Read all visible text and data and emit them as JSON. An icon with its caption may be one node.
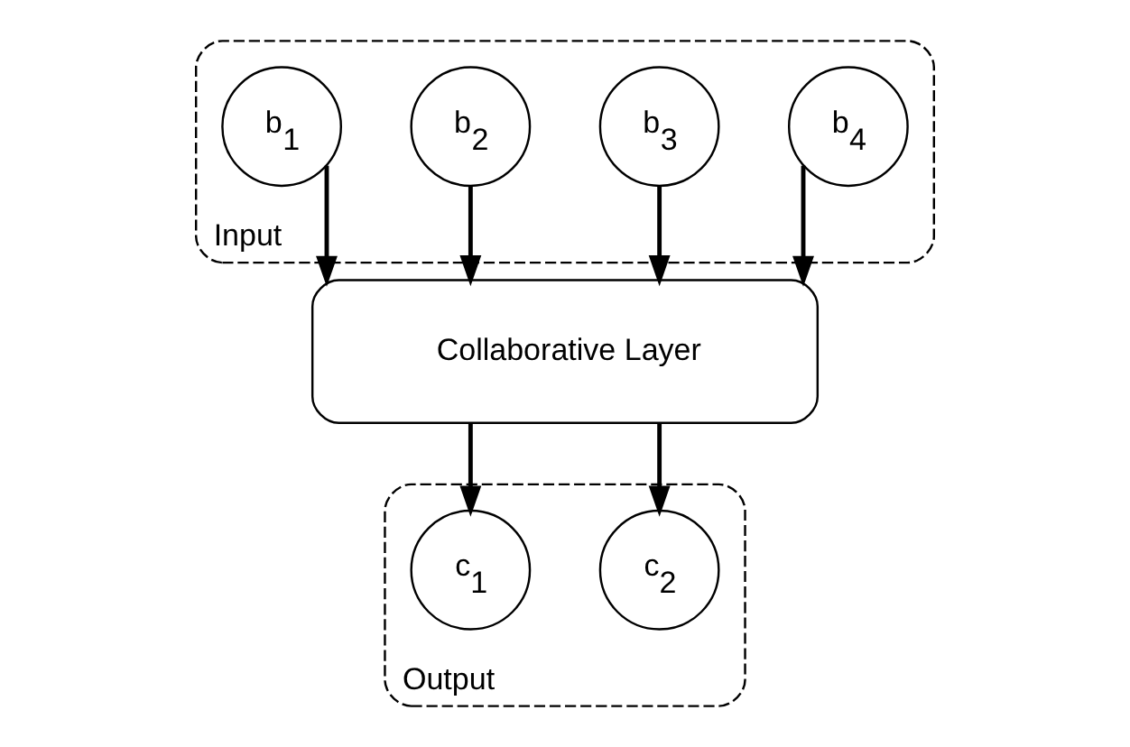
{
  "diagram": {
    "nodes": [
      {
        "text": [
          "Input"
        ]
      },
      {
        "text": [
          "b$_{1}$"
        ],
        "in": 0
      },
      {
        "text": [
          "b$_{2}$"
        ],
        "in": 0
      },
      {
        "text": [
          "b$_{3}$"
        ],
        "in": 0
      },
      {
        "text": [
          "b$_{4}$"
        ],
        "in": 0
      },
      {
        "text": [
          "Collaborative Layer"
        ]
      },
      {
        "text": [
          "Output"
        ]
      },
      {
        "text": [
          "c$_{1}$"
        ],
        "in": 6
      },
      {
        "text": [
          "c$_{2}$"
        ],
        "in": 6
      }
    ],
    "edges": [
      {
        "from": 1,
        "to": 5,
        "arrow": "to"
      },
      {
        "from": 2,
        "to": 5,
        "arrow": "to"
      },
      {
        "from": 3,
        "to": 5,
        "arrow": "to"
      },
      {
        "from": 4,
        "to": 5,
        "arrow": "to"
      },
      {
        "from": 5,
        "to": 7,
        "arrow": "to"
      },
      {
        "from": 5,
        "to": 8,
        "arrow": "to"
      }
    ]
  }
}
